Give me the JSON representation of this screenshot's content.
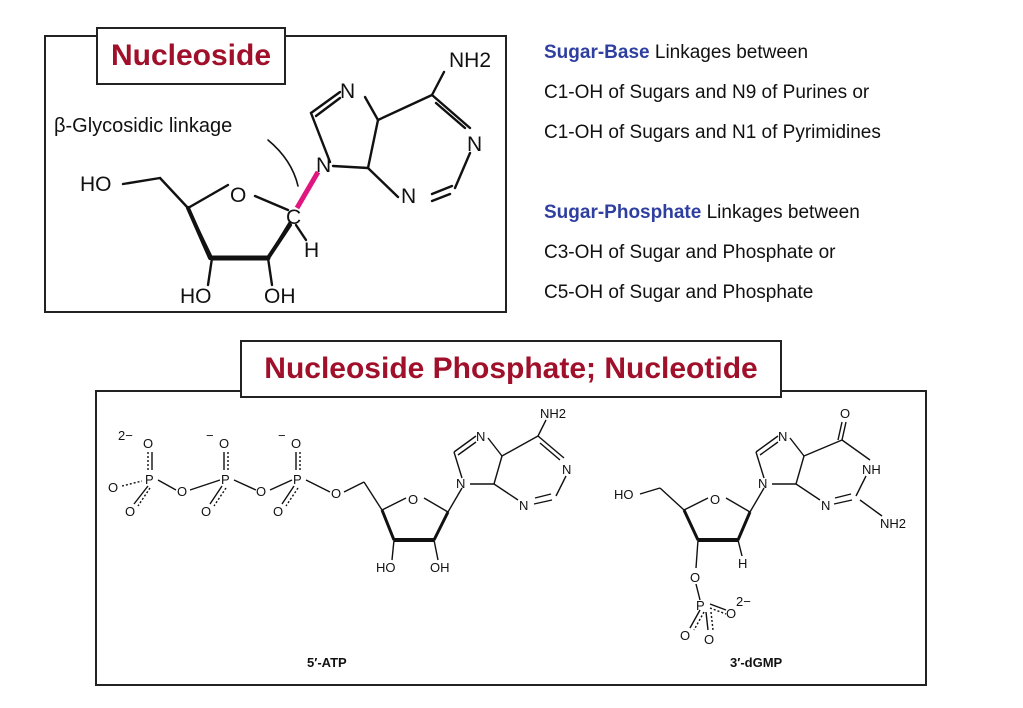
{
  "nucleoside_title": "Nucleoside",
  "nucleotide_title": "Nucleoside Phosphate; Nucleotide",
  "sugar_base": {
    "heading": "Sugar-Base",
    "line1_rest": " Linkages between",
    "line2": "C1-OH of Sugars and N9 of Purines or",
    "line3": "C1-OH of Sugars and N1 of Pyrimidines"
  },
  "sugar_phosphate": {
    "heading": "Sugar-Phosphate",
    "line1_rest": " Linkages between",
    "line2": "C3-OH of Sugar and Phosphate or",
    "line3": "C5-OH of Sugar and Phosphate"
  },
  "adenosine": {
    "glycosidic_label": "β-Glycosidic linkage",
    "nh2": "NH2",
    "n": "N",
    "ho": "HO",
    "oh": "OH",
    "o": "O",
    "c": "C",
    "h": "H",
    "bond_color": "#e0157f"
  },
  "atp": {
    "caption": "5′-ATP",
    "charge_2minus": "2−",
    "charge_minus": "−",
    "p": "P",
    "o": "O",
    "n": "N",
    "nh2": "NH2",
    "ho": "HO",
    "oh": "OH"
  },
  "dgmp": {
    "caption": "3′-dGMP",
    "o": "O",
    "n": "N",
    "nh": "NH",
    "nh2": "NH2",
    "ho": "HO",
    "h": "H",
    "p": "P",
    "charge_2minus": "2−"
  },
  "colors": {
    "title": "#a0102a",
    "heading_blue": "#2f3fa0",
    "glycosidic_bond": "#e0157f"
  }
}
